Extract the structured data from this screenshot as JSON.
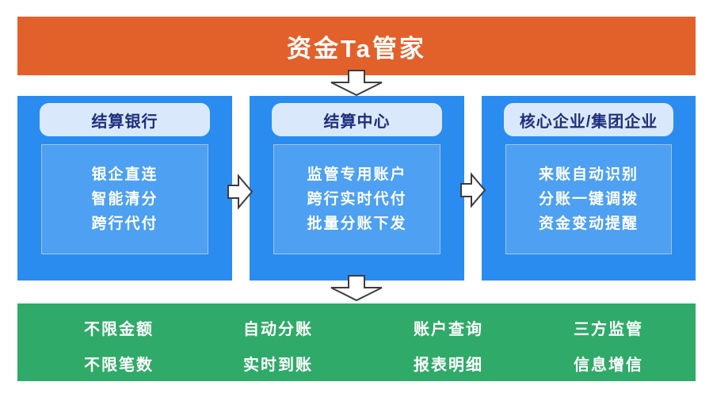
{
  "header": {
    "title": "资金Ta管家"
  },
  "boxes": [
    {
      "title": "结算银行",
      "lines": [
        "银企直连",
        "智能清分",
        "跨行代付"
      ]
    },
    {
      "title": "结算中心",
      "lines": [
        "监管专用账户",
        "跨行实时代付",
        "批量分账下发"
      ]
    },
    {
      "title": "核心企业/集团企业",
      "lines": [
        "来账自动识别",
        "分账一键调拨",
        "资金变动提醒"
      ]
    }
  ],
  "footer": {
    "columns": [
      {
        "items": [
          "不限金额",
          "不限笔数"
        ]
      },
      {
        "items": [
          "自动分账",
          "实时到账"
        ]
      },
      {
        "items": [
          "账户查询",
          "报表明细"
        ]
      },
      {
        "items": [
          "三方监管",
          "信息增信"
        ]
      }
    ]
  },
  "icons": {
    "down_arrow": "block-down-arrow",
    "right_arrow": "block-right-arrow"
  },
  "colors": {
    "banner_orange": "#e2612b",
    "box_blue": "#2b8cf0",
    "box_inner_blue": "#4da0f2",
    "pill_bg": "#d9e9fb",
    "pill_text": "#1f2e7e",
    "footer_green": "#30aa68",
    "arrow_fill": "#ffffff",
    "arrow_outline": "#3c3c3c",
    "text_white": "#ffffff"
  }
}
